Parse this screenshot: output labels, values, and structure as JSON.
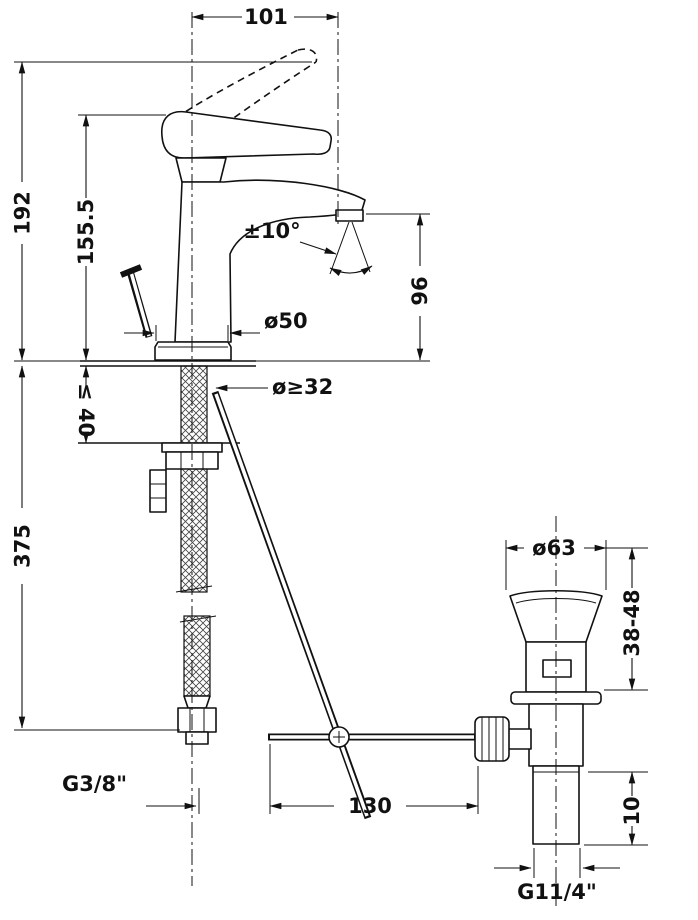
{
  "drawing": {
    "type": "technical-dimension-drawing",
    "subject": "single-lever basin mixer with pop-up drain",
    "colors": {
      "line": "#111111",
      "background": "#ffffff"
    },
    "labels": {
      "spout_reach": "101",
      "overall_height": "192",
      "body_height": "155.5",
      "spray_angle": "±10°",
      "outlet_height": "96",
      "base_diameter": "ø50",
      "hole_diameter": "ø≥32",
      "deck_thickness_max": "≤ 40",
      "hose_length": "375",
      "flange_diameter": "ø63",
      "adjust_range": "38-48",
      "supply_thread": "G3/8\"",
      "rod_offset": "130",
      "thread_stub": "10",
      "drain_thread": "G11/4\""
    }
  }
}
